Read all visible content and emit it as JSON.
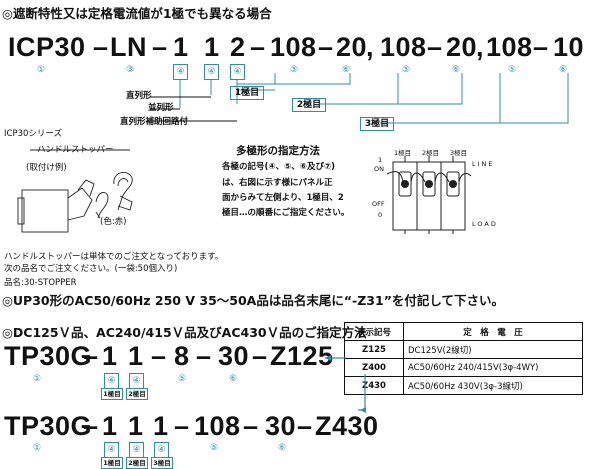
{
  "section1": {
    "heading": "◎遮断特性又は定格電流値が1極でも異なる場合",
    "model": {
      "p1": "ICP30",
      "d1": "–",
      "p2": "LN",
      "d2": "–",
      "p3": "1",
      "p4": "1",
      "p5": "2",
      "d3": "–",
      "p6": "108",
      "d4": "–",
      "p7": "20",
      "c1": ",",
      "p8": "108",
      "d5": "–",
      "p9": "20",
      "c2": ",",
      "p10": "108",
      "d6": "–",
      "p11": "10"
    },
    "circles": {
      "c1": "①",
      "c3": "③",
      "c4a": "④",
      "c4b": "④",
      "c4c": "④",
      "c5a": "⑤",
      "c6a": "⑥",
      "c5b": "⑤",
      "c6b": "⑥",
      "c5c": "⑤",
      "c6c": "⑥"
    },
    "squares": {
      "s1": "□",
      "s2": "□",
      "s3": "□"
    },
    "labels": {
      "series": "直列形",
      "parallel": "並列形",
      "aux": "直列形補助回路付"
    },
    "poles": {
      "p1": "1極目",
      "p2": "2極目",
      "p3": "3極目"
    }
  },
  "stopper": {
    "series_label": "ICP30シリーズ",
    "title": "ハンドルストッパー",
    "mount": "(取付け例)",
    "color": "(色:赤)",
    "note1": "ハンドルストッパーは単体でのご注文となっております。",
    "note2": "次の品名でご注文ください。(一袋:50個入り)",
    "note3": "品名:30-STOPPER"
  },
  "multipole": {
    "title": "多極形の指定方法",
    "line1": "各極の記号(④、⑤、⑥及び⑦)",
    "line2": "は、右図に示す様にパネル正",
    "line3": "面からみて左側より、1極目、2",
    "line4": "極目…の順番にご指定ください。",
    "pole1": "1極目",
    "pole2": "2極目",
    "pole3": "3極目",
    "line_label": "LINE",
    "load_label": "LOAD",
    "on": "ON",
    "off": "OFF",
    "one": "1",
    "zero": "0"
  },
  "section2": {
    "heading": "◎UP30形のAC50/60Hz 250 V 35〜50A品は品名末尾に“-Z31”を付記して下さい。"
  },
  "section3": {
    "heading": "◎DC125Ｖ品、AC240/415Ｖ品及びAC430Ｖ品のご指定方法",
    "table": {
      "header": [
        "表示記号",
        "定　格　電　圧"
      ],
      "rows": [
        [
          "Z125",
          "DC125V(2線切)"
        ],
        [
          "Z400",
          "AC50/60Hz  240/415V(3φ-4WY)"
        ],
        [
          "Z430",
          "AC50/60Hz  430V(3φ-3線切)"
        ]
      ]
    },
    "model1": {
      "p1": "TP30G",
      "d1": "–",
      "p2": "1",
      "p3": "1",
      "d2": "–",
      "p4": "8",
      "d3": "–",
      "p5": "30",
      "d4": "–",
      "p6": "Z125"
    },
    "model2": {
      "p1": "TP30G",
      "d1": "–",
      "p2": "1",
      "p3": "1",
      "p4": "1",
      "d2": "–",
      "p5": "108",
      "d3": "–",
      "p6": "30",
      "d4": "–",
      "p7": "Z430"
    },
    "circles": {
      "one": "①",
      "four": "④",
      "five": "⑤",
      "six": "⑥"
    },
    "poles": {
      "p1": "1極目",
      "p2": "2極目",
      "p3": "3極目"
    }
  },
  "colors": {
    "accent": "#2a8fb0",
    "text": "#111111"
  }
}
